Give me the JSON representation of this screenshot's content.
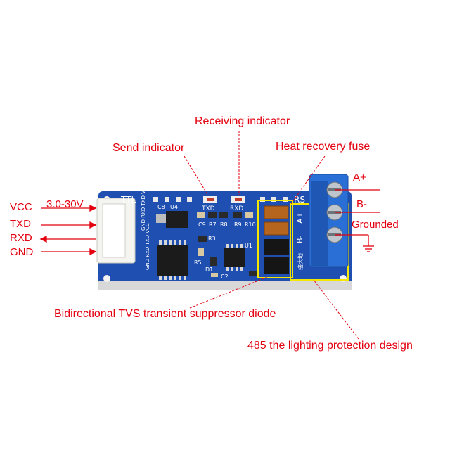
{
  "callouts": {
    "receiving": "Receiving indicator",
    "send": "Send indicator",
    "fuse": "Heat recovery fuse",
    "tvs": "Bidirectional TVS transient suppressor diode",
    "lightning": "485 the lighting protection design"
  },
  "left_pins": {
    "vcc": "VCC",
    "txd": "TXD",
    "rxd": "RXD",
    "gnd": "GND",
    "voltage": "3.0-30V"
  },
  "right_pins": {
    "a_plus": "A+",
    "b_minus": "B-",
    "grounded": "Grounded"
  },
  "silkscreen": {
    "ttl": "TTL",
    "txd": "TXD",
    "rxd": "RXD",
    "rs": "RS",
    "a_plus": "A+",
    "b_minus": "B-",
    "pins": "GND RXD TXD VCC",
    "pins2": "GND RXD TXD VCC",
    "c8": "C8",
    "u4": "U4",
    "c9": "C9",
    "r7": "R7",
    "r8": "R8",
    "r9": "R9",
    "r10": "R10",
    "r3": "R3",
    "r5": "R5",
    "d1": "D1",
    "u1": "U1",
    "c2": "C2",
    "ground_cn": "接大地"
  },
  "colors": {
    "pcb": "#1f4fb0",
    "callout": "#e3000f",
    "highlight": "#f5e600",
    "terminal": "#2a6fd6"
  }
}
